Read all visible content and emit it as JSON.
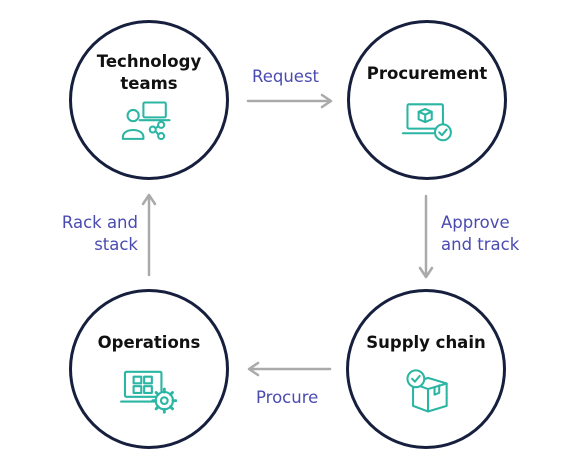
{
  "nodes": {
    "technology_teams": {
      "title_line1": "Technology",
      "title_line2": "teams",
      "icon": "user-network-laptop-icon"
    },
    "procurement": {
      "title": "Procurement",
      "icon": "laptop-cube-check-icon"
    },
    "supply_chain": {
      "title": "Supply chain",
      "icon": "box-check-icon"
    },
    "operations": {
      "title": "Operations",
      "icon": "laptop-grid-gear-icon"
    }
  },
  "edges": {
    "request": {
      "label": "Request"
    },
    "approve_and_track": {
      "label_line1": "Approve",
      "label_line2": "and track"
    },
    "procure": {
      "label": "Procure"
    },
    "rack_and_stack": {
      "label_line1": "Rack and",
      "label_line2": "stack"
    }
  },
  "colors": {
    "circle_border": "#161f3d",
    "icon": "#2bb5a3",
    "arrow": "#aaaaaa",
    "edge_label": "#4a4bb1",
    "title": "#111111"
  }
}
